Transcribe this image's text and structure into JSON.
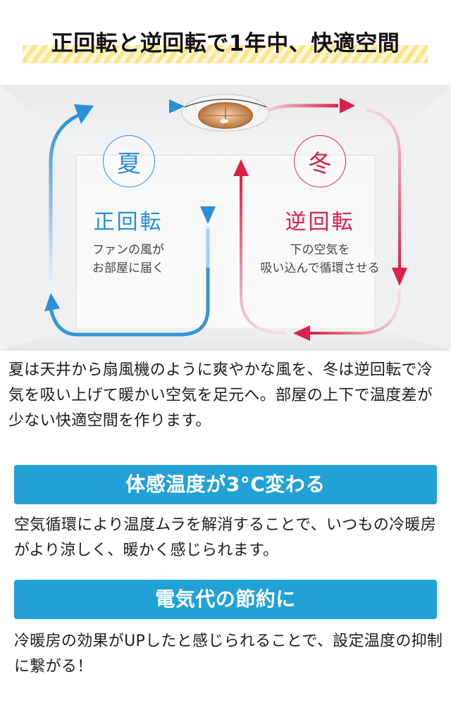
{
  "headline": "正回転と逆回転で1年中、快適空間",
  "scene": {
    "summer": {
      "season_char": "夏",
      "mode_title": "正回転",
      "description_lines": [
        "ファンの風が",
        "お部屋に届く"
      ],
      "color": "#2a8fd6"
    },
    "winter": {
      "season_char": "冬",
      "mode_title": "逆回転",
      "description_lines": [
        "下の空気を",
        "吸い込んで循環させる"
      ],
      "color": "#d9214b"
    }
  },
  "intro_text": "夏は天井から扇風機のように爽やかな風を、冬は逆回転で冷気を吸い上げて暖かい空気を足元へ。部屋の上下で温度差が少ない快適空間を作ります。",
  "sections": [
    {
      "banner": "体感温度が3°C変わる",
      "text": "空気循環により温度ムラを解消することで、いつもの冷暖房がより涼しく、暖かく感じられます。"
    },
    {
      "banner": "電気代の節約に",
      "text": "冷暖房の効果がUPしたと感じられることで、設定温度の抑制に繋がる！"
    }
  ],
  "colors": {
    "banner_bg": "#22a1d6",
    "highlight_stripe": "#fbe38a"
  }
}
